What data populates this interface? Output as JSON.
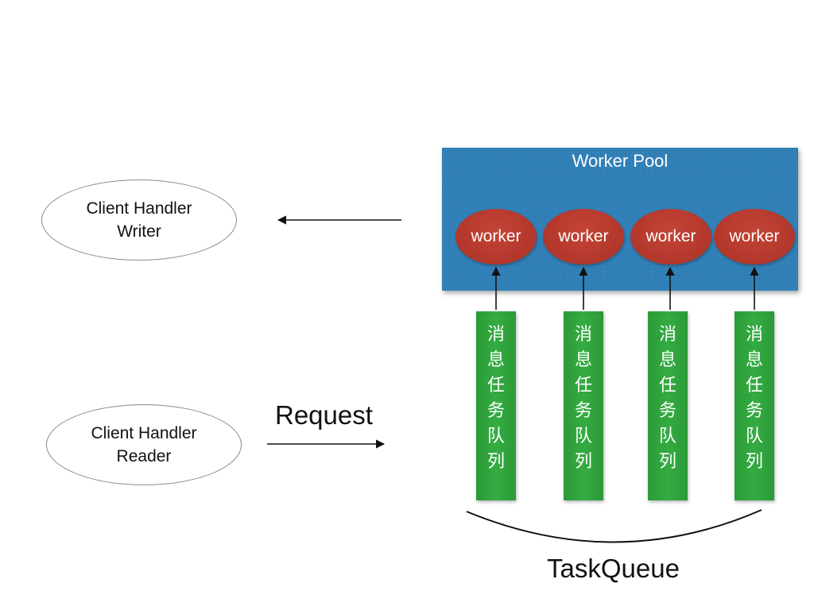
{
  "writer": {
    "line1": "Client Handler",
    "line2": "Writer"
  },
  "reader": {
    "line1": "Client Handler",
    "line2": "Reader"
  },
  "pool": {
    "title": "Worker Pool"
  },
  "workers": [
    "worker",
    "worker",
    "worker",
    "worker"
  ],
  "queue_chars": [
    "消",
    "息",
    "任",
    "务",
    "队",
    "列"
  ],
  "labels": {
    "request": "Request",
    "taskqueue": "TaskQueue"
  },
  "colors": {
    "pool": "#2f7fb7",
    "worker": "#b83a2f",
    "queue": "#2fa33c",
    "outline": "#8a8a8a"
  }
}
